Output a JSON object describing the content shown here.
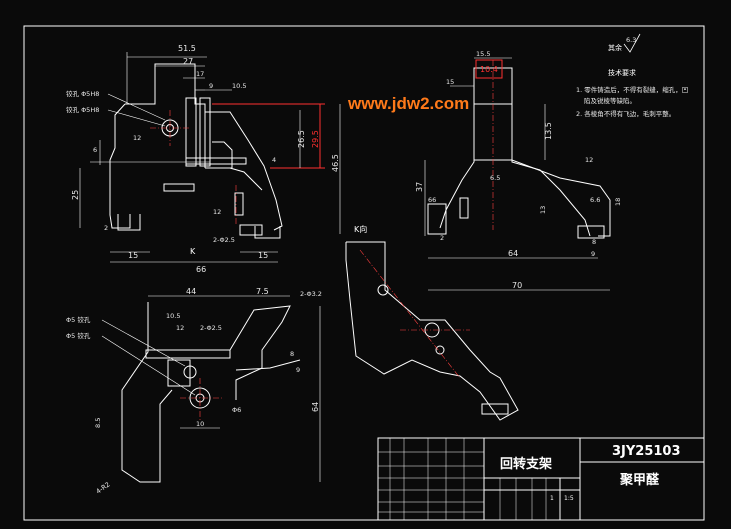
{
  "watermark": "www.jdw2.com",
  "title_block": {
    "part_name": "回转支架",
    "drawing_no": "3JY25103",
    "material": "聚甲醛",
    "quantity": "1",
    "scale": "1:5"
  },
  "tech_notes": {
    "roughness_prefix": "其余",
    "roughness_value": "6.3",
    "heading": "技术要求",
    "lines": [
      "1. 零件铸造后，不得有裂缝，缩孔，凹",
      "陷及锐棱等缺陷。",
      "2. 各棱角不得有飞边，毛刺平整。"
    ]
  },
  "view_labels": {
    "k_arrow": "K",
    "k_view": "K向"
  },
  "front_view": {
    "dims": [
      "51.5",
      "27",
      "17",
      "9",
      "10.5",
      "12",
      "6",
      "25",
      "4",
      "26.5",
      "46.5",
      "12",
      "2",
      "15",
      "15",
      "66",
      "2-Φ2.5"
    ],
    "red_dim": "29.5",
    "callouts": [
      "铰孔 Φ5H8",
      "铰孔 Φ5H8"
    ]
  },
  "side_view": {
    "dims": [
      "15.5",
      "15",
      "13.5",
      "37",
      "6.5",
      "12",
      "6.6",
      "13",
      "18",
      "8",
      "64",
      "9",
      "70",
      "66",
      "2"
    ],
    "red_dim": "10.4"
  },
  "bottom_view": {
    "dims": [
      "44",
      "7.5",
      "2-Φ3.2",
      "10.5",
      "12",
      "2-Φ2.5",
      "8",
      "9",
      "8.5",
      "10",
      "Φ6",
      "64",
      "4-R2"
    ],
    "callouts": [
      "Φ5 铰孔",
      "Φ5 铰孔"
    ]
  }
}
